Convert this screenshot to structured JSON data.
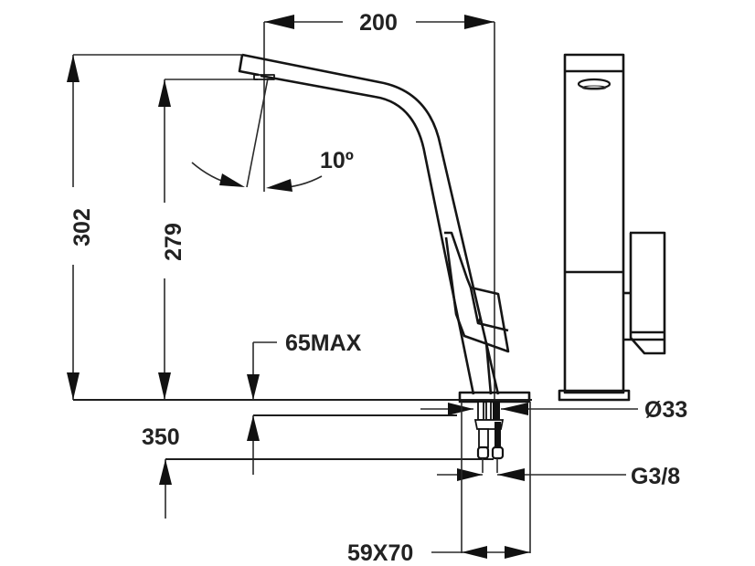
{
  "drawing": {
    "subject": "kitchen mixer tap dimension drawing",
    "views": [
      "side-view",
      "front-view"
    ],
    "colors": {
      "line": "#1e1e1e",
      "background": "#ffffff",
      "text": "#222222"
    }
  },
  "dimensions": {
    "spout_reach": "200",
    "total_height": "302",
    "spout_height": "279",
    "swivel_angle": "10º",
    "countertop_thickness": "65MAX",
    "hose_length": "350",
    "base_diameter": "Ø33",
    "connection_thread": "G3/8",
    "mounting_hole": "59X70"
  }
}
